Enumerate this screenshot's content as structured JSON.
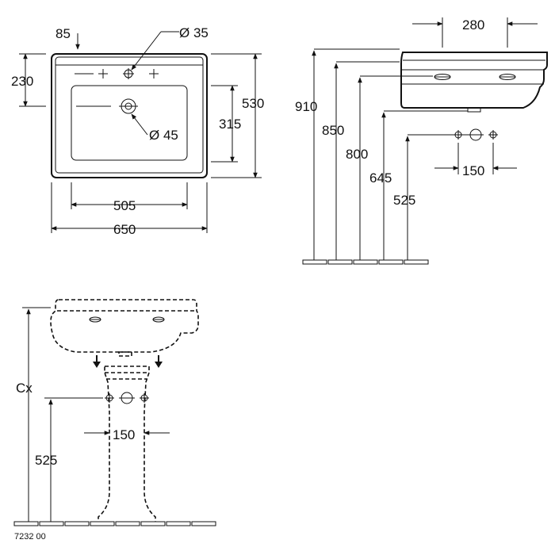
{
  "top_view": {
    "dim_tap_offset": "85",
    "dim_tap_hole": "Ø 35",
    "dim_tap_depth": "230",
    "dim_depth": "530",
    "dim_waste_pos": "315",
    "dim_waste_hole": "Ø 45",
    "dim_inner_width": "505",
    "dim_width": "650"
  },
  "side_view": {
    "dim_projection": "280",
    "dim_height_total": "910",
    "dim_height_rim": "850",
    "dim_height_bowl": "800",
    "dim_height_waste": "645",
    "dim_height_supply": "525",
    "dim_supply_spacing": "150"
  },
  "front_view": {
    "dim_height_cx": "Cx",
    "dim_supply_spacing": "150",
    "dim_height_supply": "525"
  },
  "product_code": "7232 00"
}
